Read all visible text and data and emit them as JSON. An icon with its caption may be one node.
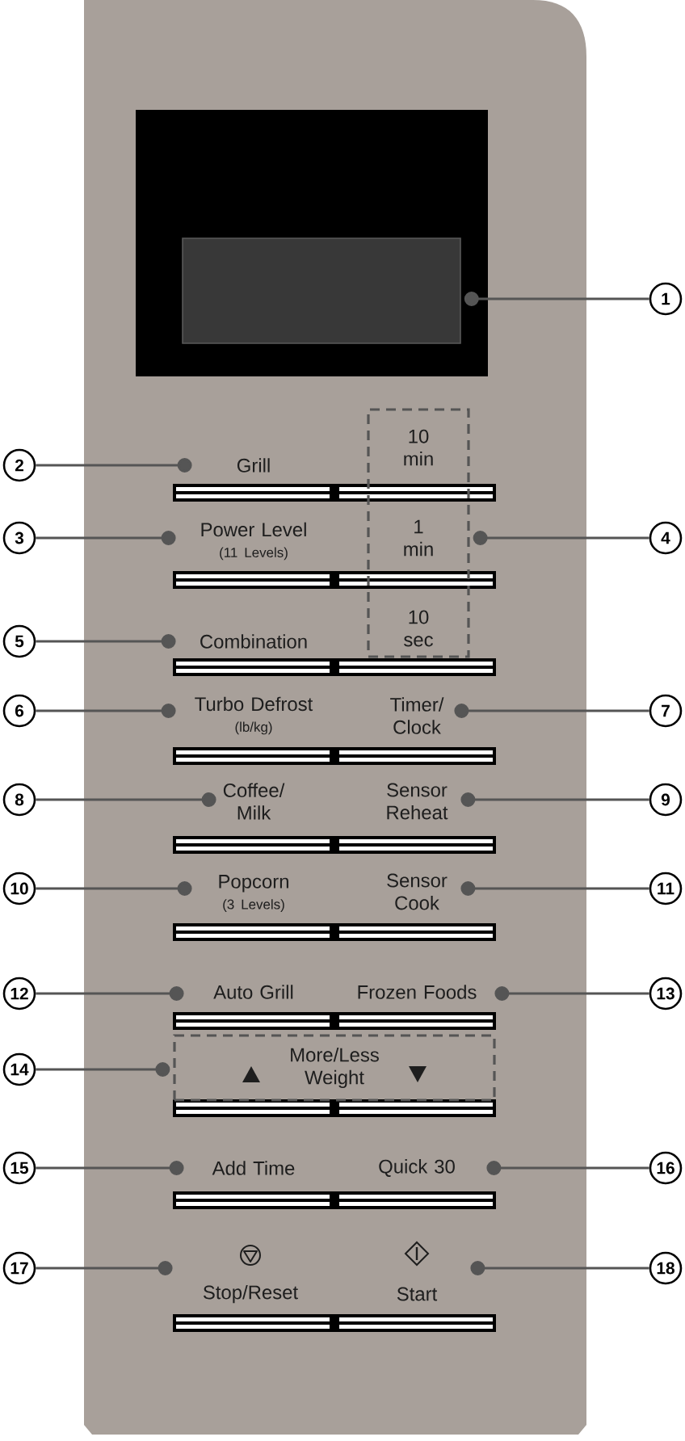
{
  "diagram": {
    "nodes": [
      {
        "text": [],
        "shape": "box"
      },
      {
        "text": [
          "1"
        ]
      },
      {
        "text": [
          "2"
        ]
      },
      {
        "text": [
          "Grill"
        ]
      },
      {
        "text": [
          "10 min",
          "1 min",
          "10 sec"
        ]
      },
      {
        "text": [
          "3"
        ]
      },
      {
        "text": [
          "Power Level",
          "(11 Levels)"
        ]
      },
      {
        "text": [
          "4"
        ]
      },
      {
        "text": [
          "5"
        ]
      },
      {
        "text": [
          "Combination"
        ]
      },
      {
        "text": [
          "6"
        ]
      },
      {
        "text": [
          "Turbo Defrost",
          "(lb/kg)"
        ]
      },
      {
        "text": [
          "Timer/ Clock"
        ]
      },
      {
        "text": [
          "7"
        ]
      },
      {
        "text": [
          "8"
        ]
      },
      {
        "text": [
          "Coffee/ Milk"
        ]
      },
      {
        "text": [
          "Sensor Reheat"
        ]
      },
      {
        "text": [
          "9"
        ]
      },
      {
        "text": [
          "10"
        ]
      },
      {
        "text": [
          "Popcorn",
          "(3 Levels)"
        ]
      },
      {
        "text": [
          "Sensor Cook"
        ]
      },
      {
        "text": [
          "11"
        ]
      },
      {
        "text": [
          "12"
        ]
      },
      {
        "text": [
          "Auto Grill"
        ]
      },
      {
        "text": [
          "Frozen Foods"
        ]
      },
      {
        "text": [
          "13"
        ]
      },
      {
        "text": [
          "14"
        ]
      },
      {
        "text": [
          "More/Less Weight"
        ]
      },
      {
        "text": [
          "15"
        ]
      },
      {
        "text": [
          "Add Time"
        ]
      },
      {
        "text": [
          "Quick 30"
        ]
      },
      {
        "text": [
          "16"
        ]
      },
      {
        "text": [
          "17"
        ]
      },
      {
        "text": [
          "Stop/Reset"
        ]
      },
      {
        "text": [
          "Start"
        ]
      },
      {
        "text": [
          "18"
        ]
      }
    ],
    "edges": [
      {
        "from": 1,
        "to": 0,
        "arrow": "other"
      },
      {
        "from": 2,
        "to": 3,
        "arrow": "other"
      },
      {
        "from": 5,
        "to": 6,
        "arrow": "other"
      },
      {
        "from": 7,
        "to": 4,
        "arrow": "other"
      },
      {
        "from": 8,
        "to": 9,
        "arrow": "other"
      },
      {
        "from": 10,
        "to": 11,
        "arrow": "other"
      },
      {
        "from": 13,
        "to": 12,
        "arrow": "other"
      },
      {
        "from": 14,
        "to": 15,
        "arrow": "other"
      },
      {
        "from": 17,
        "to": 16,
        "arrow": "other"
      },
      {
        "from": 18,
        "to": 19,
        "arrow": "other"
      },
      {
        "from": 21,
        "to": 20,
        "arrow": "other"
      },
      {
        "from": 22,
        "to": 23,
        "arrow": "other"
      },
      {
        "from": 25,
        "to": 24,
        "arrow": "other"
      },
      {
        "from": 26,
        "to": 27,
        "arrow": "other"
      },
      {
        "from": 28,
        "to": 29,
        "arrow": "other"
      },
      {
        "from": 31,
        "to": 30,
        "arrow": "other"
      },
      {
        "from": 32,
        "to": 33,
        "arrow": "other"
      },
      {
        "from": 35,
        "to": 34,
        "arrow": "other"
      }
    ]
  }
}
